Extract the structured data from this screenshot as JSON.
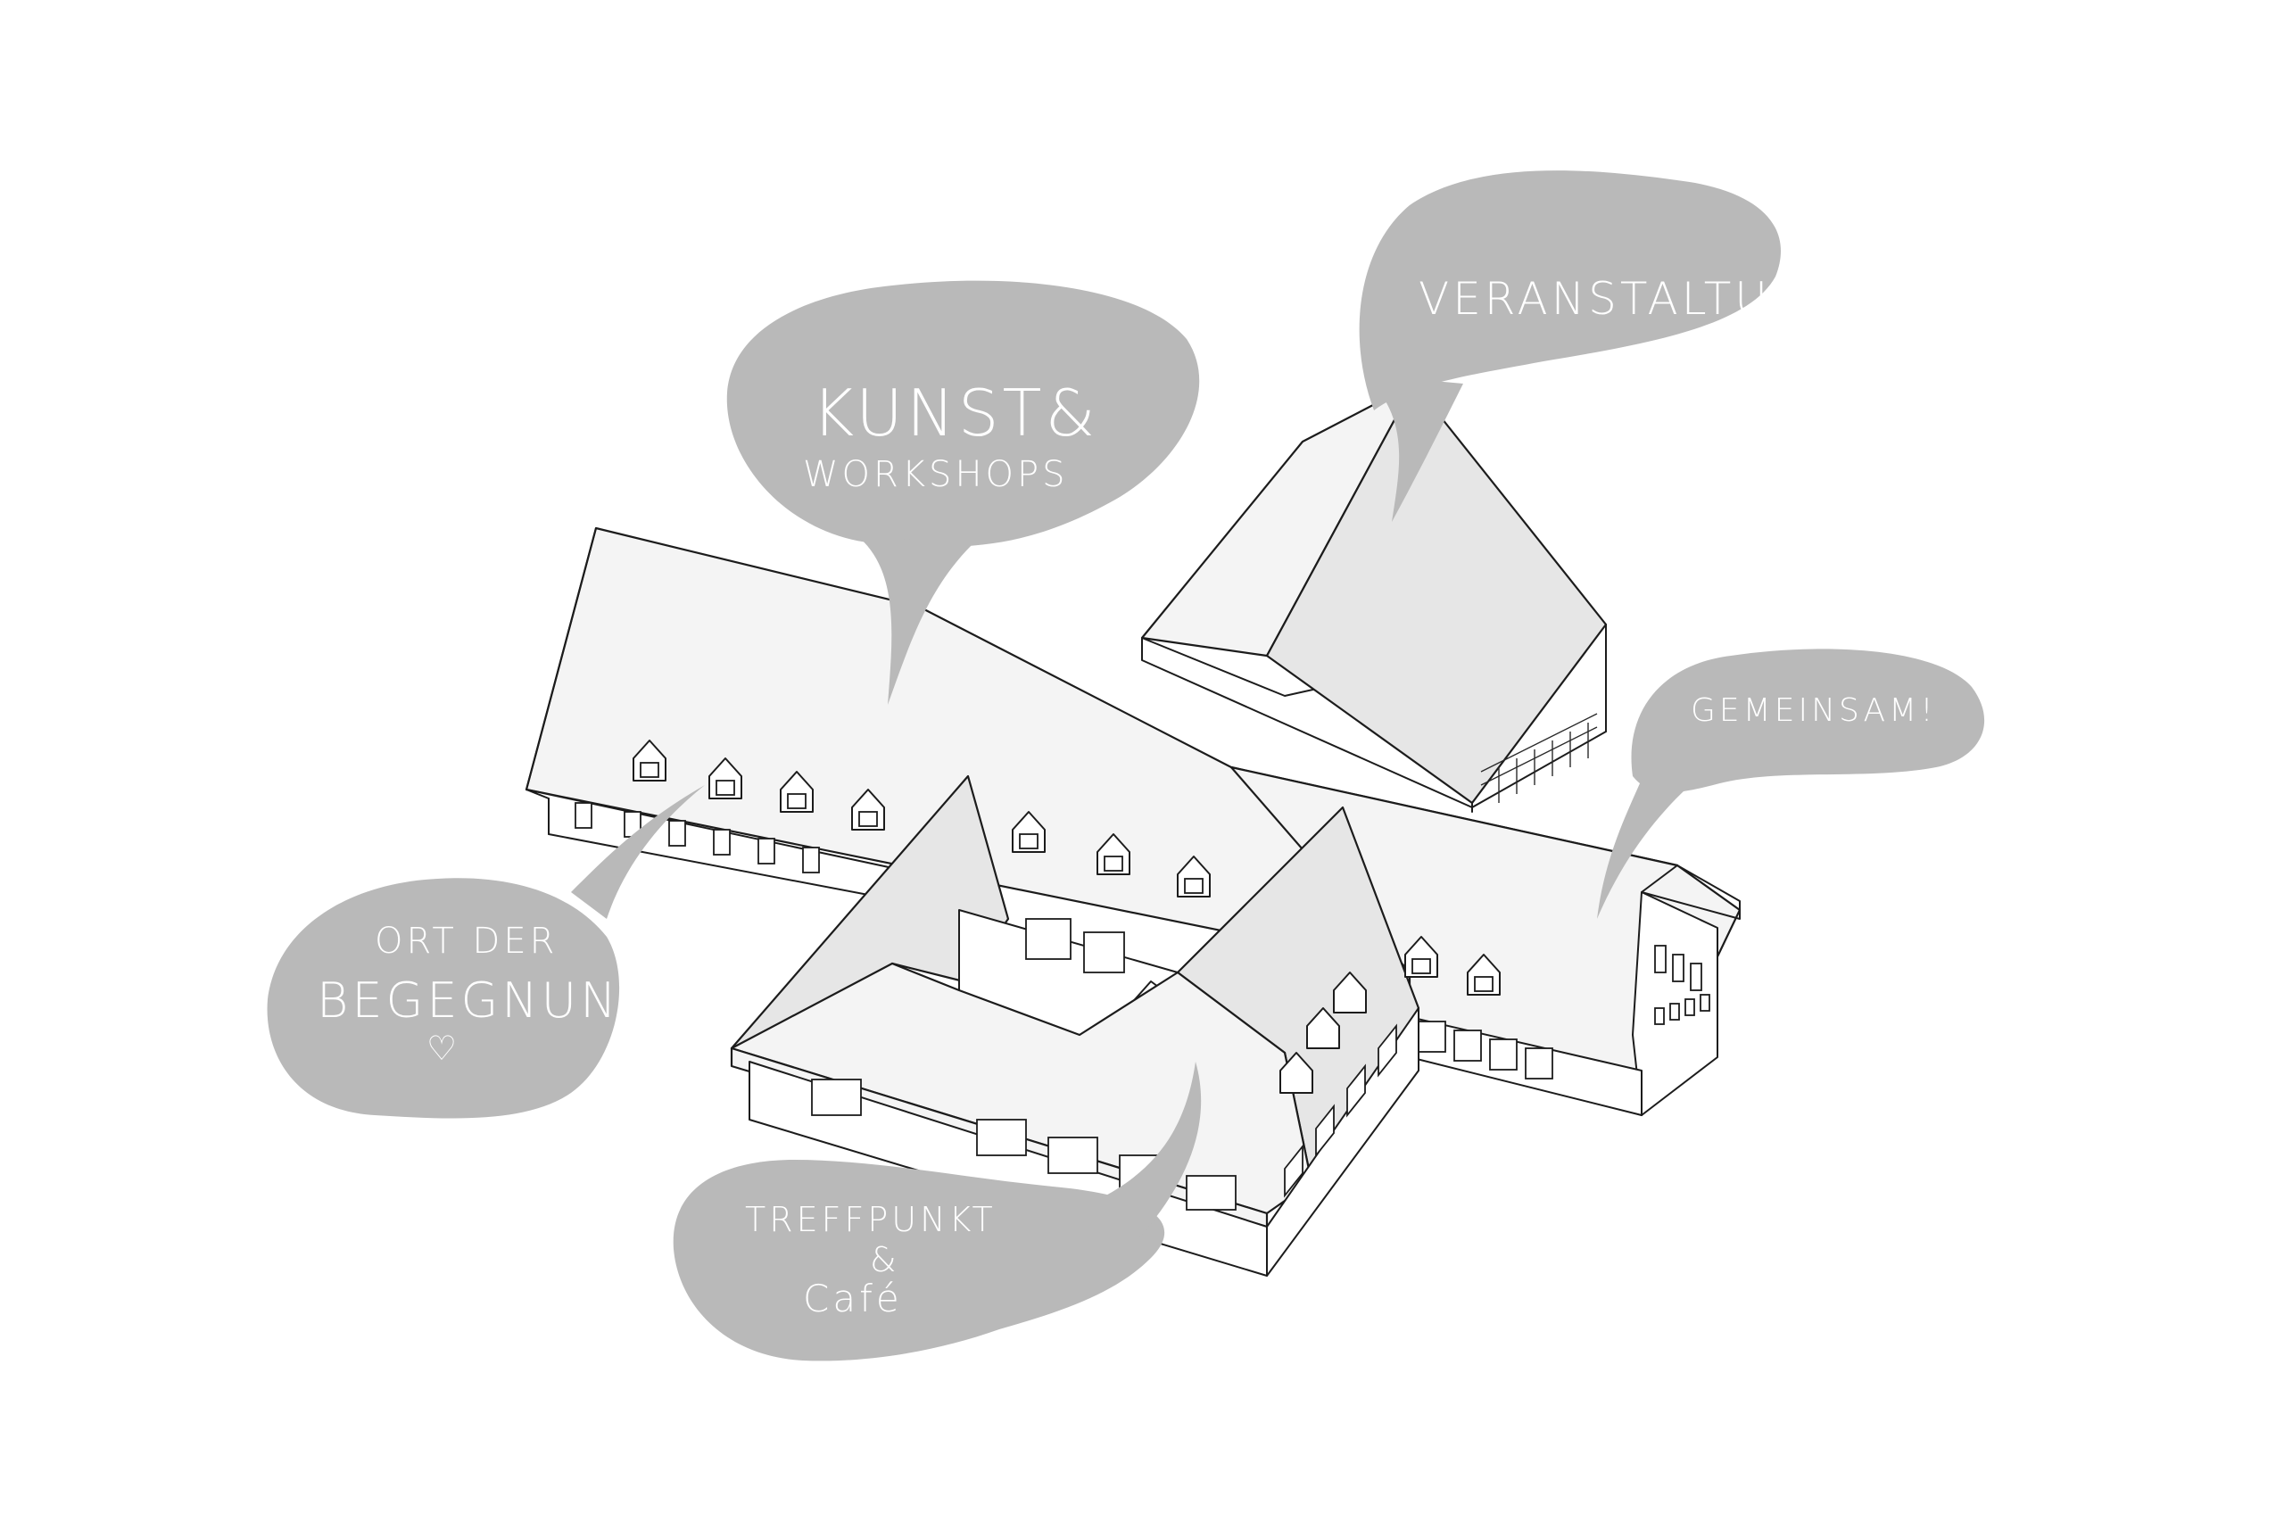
{
  "labels": {
    "kunst_line1": "KUNST&",
    "kunst_line2": "WORKSHOPS",
    "veranstaltung": "VERANSTALTUNG",
    "gemeinsam": "GEMEINSAM!",
    "begegnung_line1": "ORT DER",
    "begegnung_line2": "BEGEGNUNG",
    "begegnung_heart": "♡",
    "treffpunkt_line1": "TREFFPUNKT",
    "treffpunkt_line2": "&",
    "treffpunkt_line3": "Café"
  },
  "colors": {
    "bubble": "#b9b9b9",
    "label_text": "#ffffff",
    "outline": "#1c1c1c",
    "background": "#ffffff"
  }
}
